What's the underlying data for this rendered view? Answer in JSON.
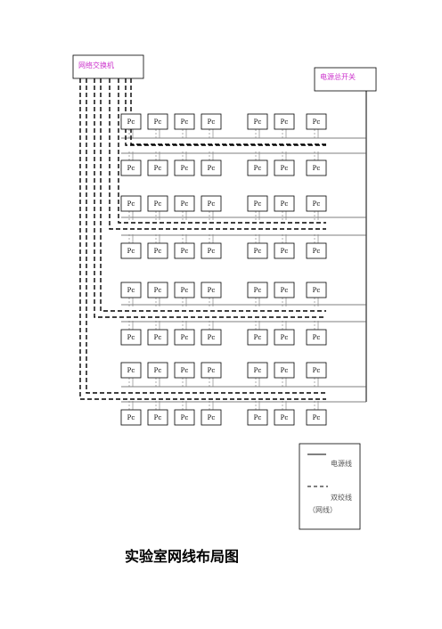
{
  "switch": {
    "label": "网络交换机"
  },
  "power_switch": {
    "label": "电源总开关"
  },
  "pc_label": "Pc",
  "grid": {
    "rows": 8,
    "cols": 7
  },
  "legend": {
    "power_line": "电源线",
    "twisted_pair": "双绞线",
    "twisted_pair_sub": "（网线）"
  },
  "caption": "实验室网线布局图",
  "colors": {
    "switch_text": "#cc33cc",
    "line": "#000000"
  }
}
